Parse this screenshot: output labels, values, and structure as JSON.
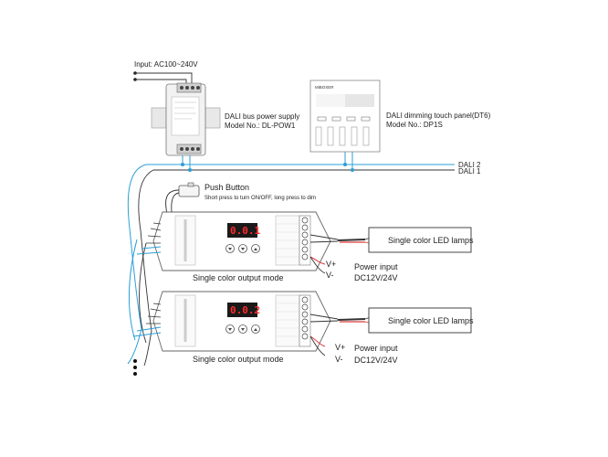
{
  "input_label": "Input: AC100~240V",
  "power_supply": {
    "name": "DALI bus power supply",
    "model": "Model No.: DL-POW1"
  },
  "touch_panel": {
    "name": "DALI dimming touch panel(DT6)",
    "model": "Model No.: DP1S",
    "brand": "MiBOXER"
  },
  "buses": [
    "DALI 2",
    "DALI 1"
  ],
  "push_button": {
    "title": "Push Button",
    "desc": "Short press to turn ON/OFF, long press to dim"
  },
  "controllers": [
    {
      "display": "0.0.1",
      "mode": "Single color output mode",
      "lamp": "Single color LED lamps",
      "power_title": "Power input",
      "power_spec": "DC12V/24V",
      "vplus": "V+",
      "vminus": "V-"
    },
    {
      "display": "0.0.2",
      "mode": "Single color output mode",
      "lamp": "Single color LED lamps",
      "power_title": "Power input",
      "power_spec": "DC12V/24V",
      "vplus": "V+",
      "vminus": "V-"
    }
  ],
  "colors": {
    "dali_wire": "#2a9fd6",
    "line": "#333333",
    "red_wire": "#d93a3a",
    "display_bg": "#1a1a1a",
    "display_digits": "#ff2b2b"
  }
}
